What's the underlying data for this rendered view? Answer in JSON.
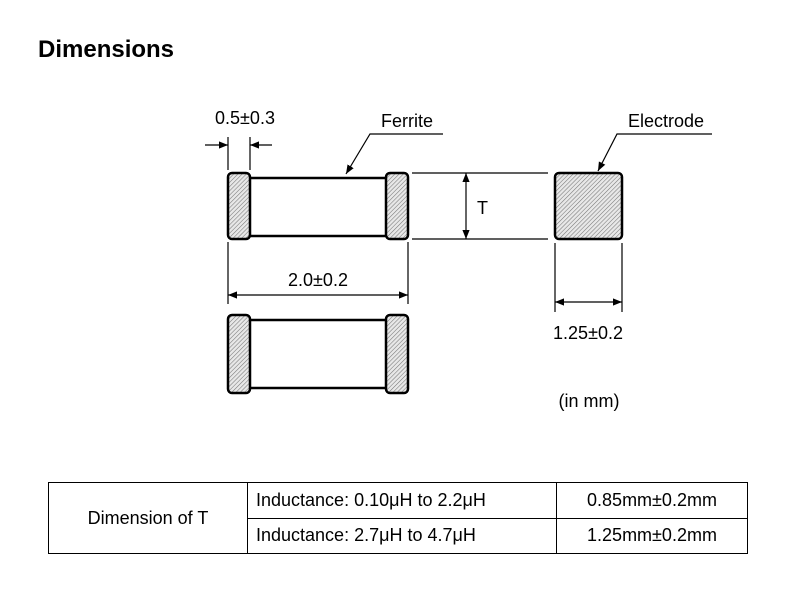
{
  "title": "Dimensions",
  "diagram": {
    "width_dim": "0.5±0.3",
    "ferrite_label": "Ferrite",
    "electrode_label": "Electrode",
    "thickness_label": "T",
    "length_dim": "2.0±0.2",
    "end_width_dim": "1.25±0.2",
    "units": "(in mm)"
  },
  "table": {
    "row_label": "Dimension of T",
    "rows": [
      {
        "condition": "Inductance: 0.10μH to 2.2μH",
        "value": "0.85mm±0.2mm"
      },
      {
        "condition": "Inductance: 2.7μH to 4.7μH",
        "value": "1.25mm±0.2mm"
      }
    ]
  }
}
